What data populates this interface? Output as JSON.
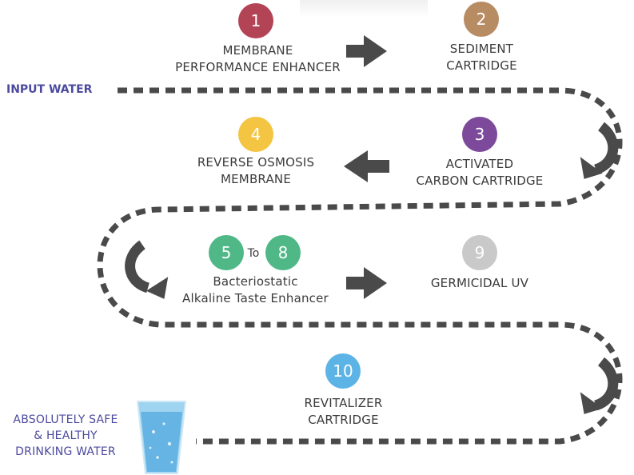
{
  "input_label": "INPUT WATER",
  "output_label": [
    "ABSOLUTELY SAFE",
    "& HEALTHY",
    "DRINKING WATER"
  ],
  "connector_text": "To",
  "stages": [
    {
      "badge": "1",
      "color": "#b34456",
      "lines": [
        "MEMBRANE",
        "PERFORMANCE ENHANCER"
      ]
    },
    {
      "badge": "2",
      "color": "#b88c63",
      "lines": [
        "SEDIMENT",
        "CARTRIDGE"
      ]
    },
    {
      "badge": "3",
      "color": "#7d4a9b",
      "lines": [
        "ACTIVATED",
        "CARBON CARTRIDGE"
      ]
    },
    {
      "badge": "4",
      "color": "#f4c542",
      "lines": [
        "REVERSE OSMOSIS",
        "MEMBRANE"
      ]
    },
    {
      "badge": "5",
      "color": "#4fb886",
      "lines": [
        "Bacteriostatic",
        "Alkaline Taste Enhancer"
      ]
    },
    {
      "badge": "8",
      "color": "#4fb886"
    },
    {
      "badge": "9",
      "color": "#c9c9c9",
      "lines": [
        "GERMICIDAL UV"
      ]
    },
    {
      "badge": "10",
      "color": "#5cb3e6",
      "lines": [
        "REVITALIZER",
        "CARTRIDGE"
      ]
    }
  ]
}
